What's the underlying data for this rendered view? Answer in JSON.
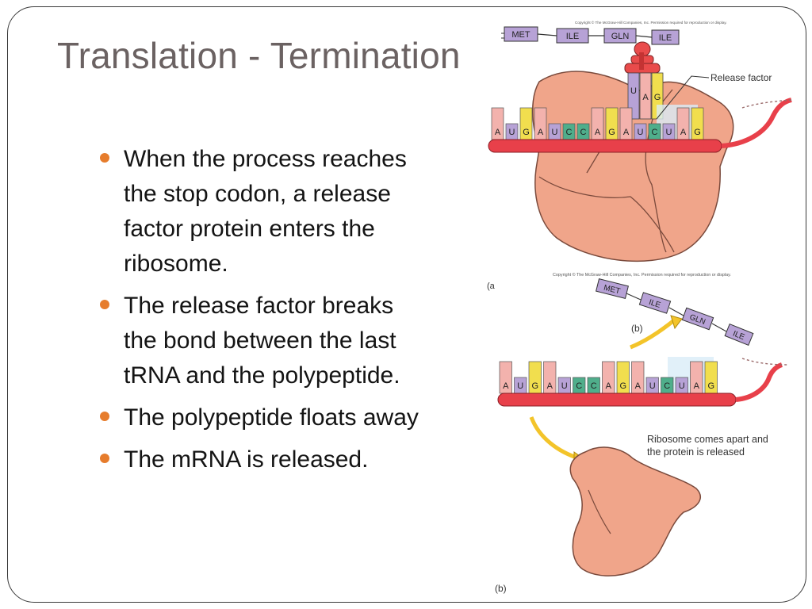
{
  "slide": {
    "title": "Translation - Termination",
    "bullets": [
      {
        "text": "When the process reaches the stop codon, a release factor protein enters the ribosome."
      },
      {
        "text": "The release factor breaks the bond between the last tRNA and the polypeptide."
      },
      {
        "text": "The polypeptide floats away"
      },
      {
        "text": "The mRNA is released."
      }
    ]
  },
  "figure": {
    "copyright_a": "Copyright © The McGraw-Hill Companies, Inc. Permission required for reproduction or display.",
    "copyright_b": "Copyright © The McGraw-Hill Companies, Inc. Permission required for reproduction or display.",
    "top_peptide": [
      "MET",
      "ILE",
      "GLN",
      "ILE"
    ],
    "bottom_peptide": [
      "MET",
      "ILE",
      "GLN",
      "ILE"
    ],
    "anticodon": [
      "U",
      "A",
      "G"
    ],
    "codon_bases": [
      "A",
      "U",
      "G",
      "A",
      "U",
      "C",
      "C",
      "A",
      "G",
      "A",
      "U",
      "C",
      "U",
      "A",
      "G"
    ],
    "release_factor_label": "Release factor",
    "ribosome_label_line1": "Ribosome comes apart and",
    "ribosome_label_line2": "the protein is released",
    "panel_label_b_mid": "(b)",
    "panel_label_b_bottom": "(b)",
    "panel_label_a_partial": "(a",
    "colors": {
      "A": "#f3b2ad",
      "U": "#b7a2d6",
      "G": "#f1de4e",
      "C": "#4fae8b",
      "mrna": "#e8404a",
      "ribosome": "#f0a58a",
      "arrow": "#f3c42a",
      "bullet": "#e67c2c"
    }
  }
}
